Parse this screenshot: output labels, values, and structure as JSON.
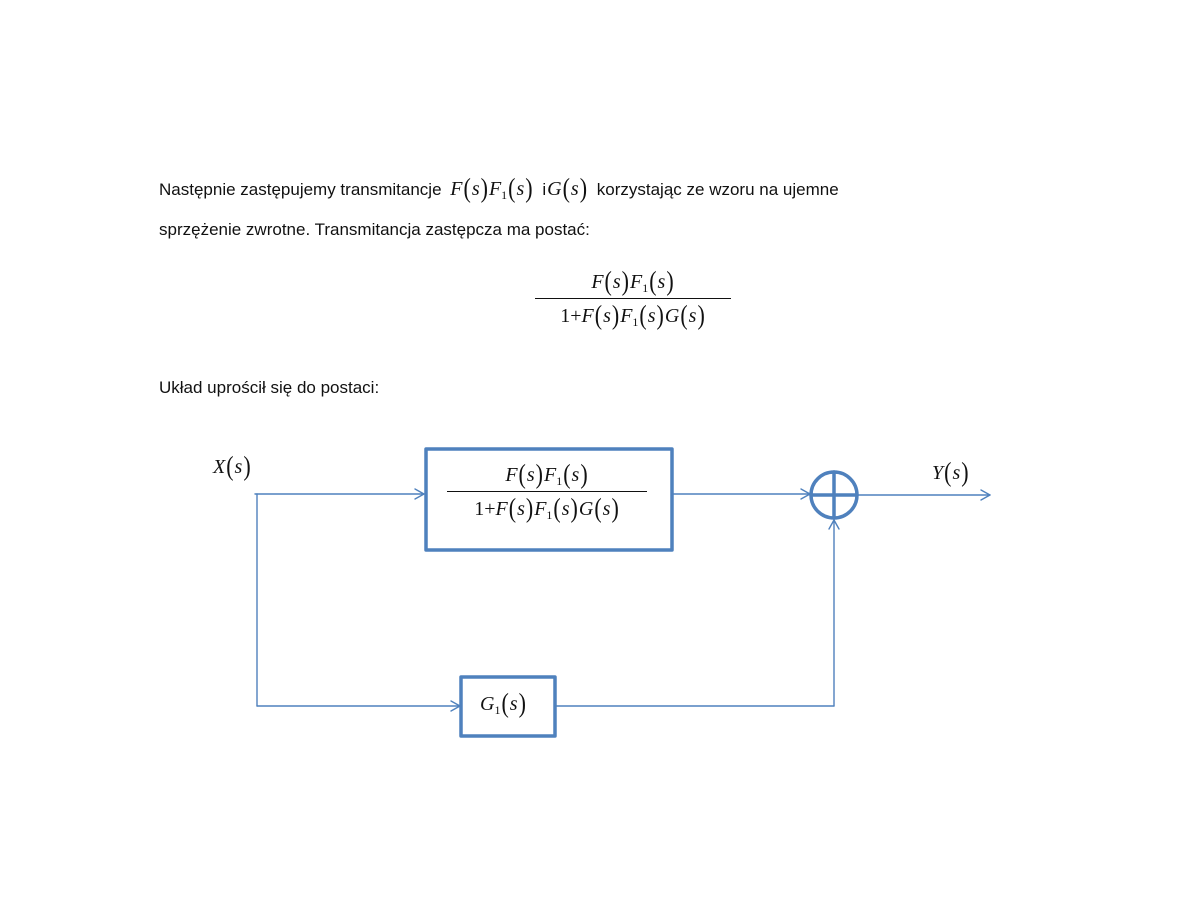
{
  "text": {
    "line1_before": "Następnie zastępujemy transmitancje",
    "line1_mid": "i",
    "line1_after": "korzystając ze wzoru na ujemne",
    "line2": "sprzężenie zwrotne. Transmitancja zastępcza ma postać:",
    "line3": "Układ uprościł się do postaci:"
  },
  "math": {
    "F": "F",
    "F1": "F",
    "sub1": "1",
    "G": "G",
    "G1": "G",
    "s": "s",
    "lp": "(",
    "rp": ")",
    "one_plus": "1+",
    "X": "X",
    "Y": "Y"
  },
  "colors": {
    "diagram_line": "#4f81bd",
    "text": "#111111"
  }
}
